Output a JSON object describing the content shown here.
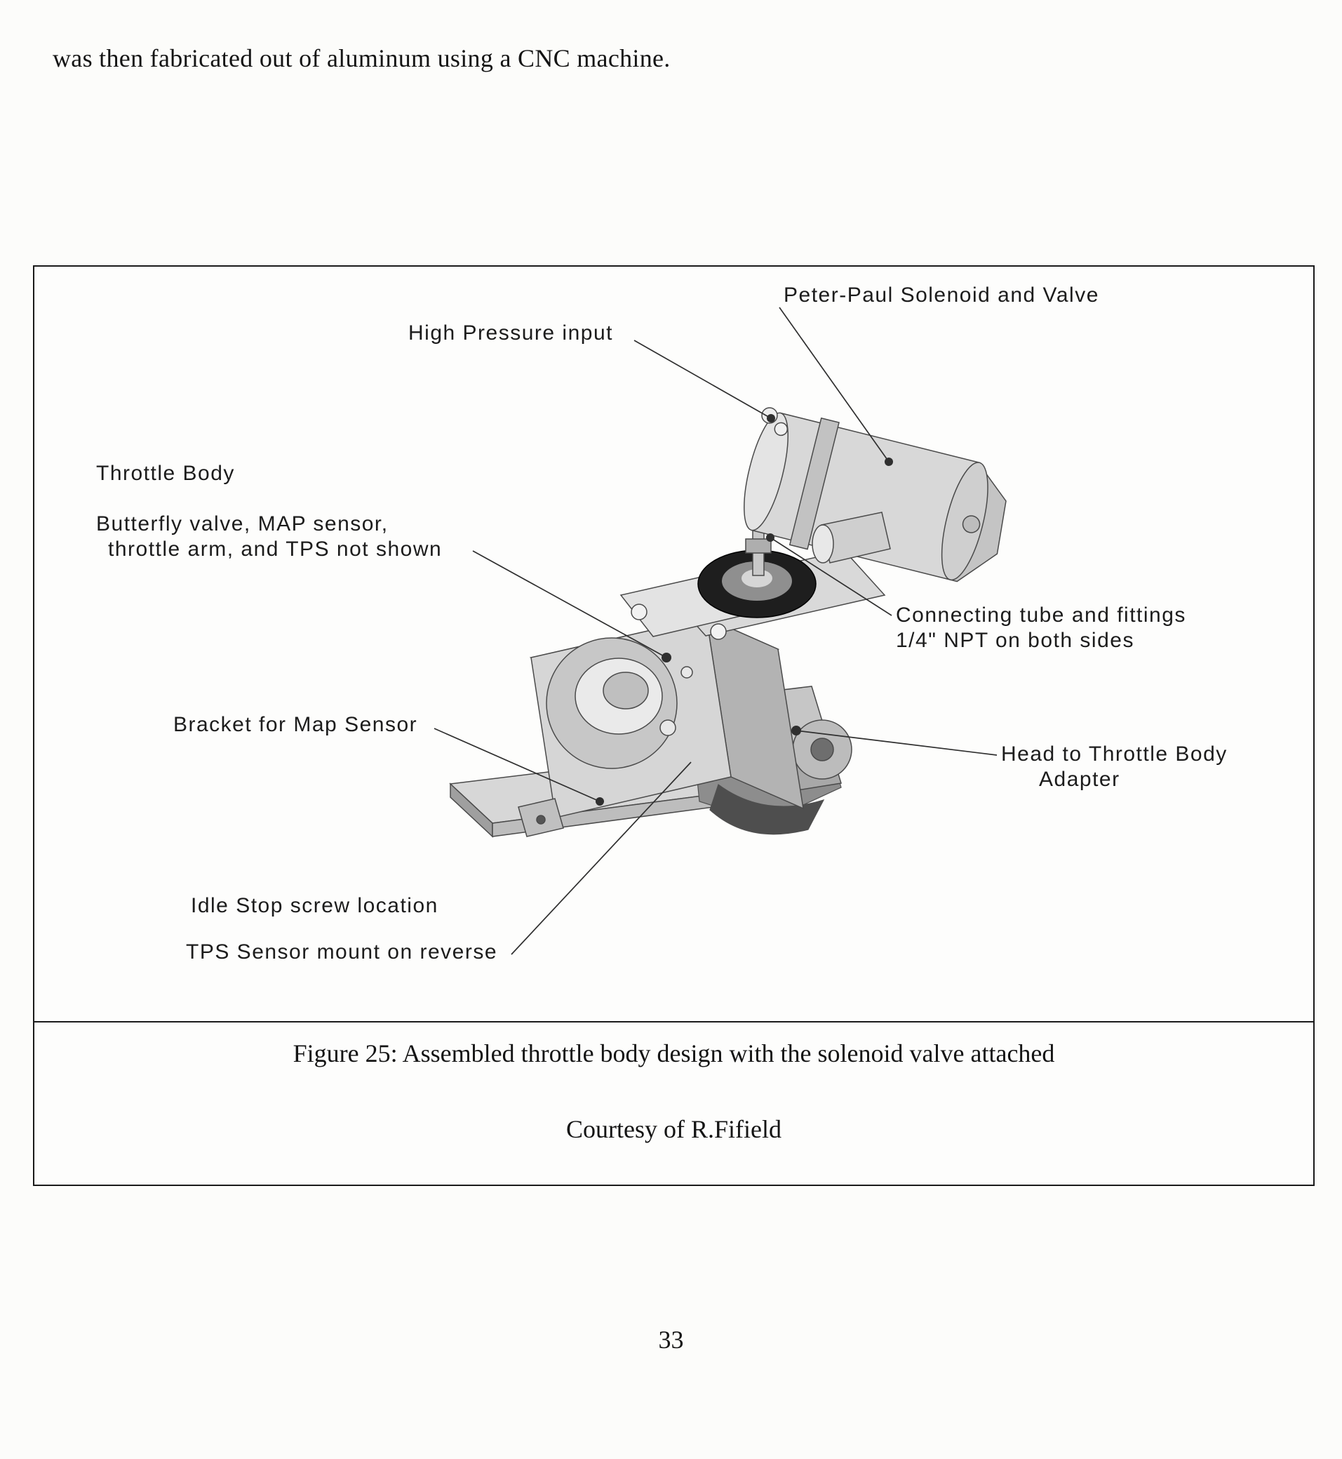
{
  "page": {
    "body_text": "was then fabricated out of aluminum using a CNC machine.",
    "page_number": "33"
  },
  "figure": {
    "caption": "Figure 25: Assembled throttle body design with the solenoid valve attached",
    "courtesy": "Courtesy of R.Fifield",
    "labels": {
      "solenoid": "Peter-Paul Solenoid and Valve",
      "high_pressure": "High Pressure input",
      "throttle_body": "Throttle Body",
      "butterfly_line1": "Butterfly valve, MAP sensor,",
      "butterfly_line2": "throttle arm, and TPS not shown",
      "connecting_line1": "Connecting tube and fittings",
      "connecting_line2": "1/4\" NPT on both sides",
      "bracket": "Bracket for Map Sensor",
      "head_adapter_line1": "Head to Throttle Body",
      "head_adapter_line2": "Adapter",
      "idle_stop": "Idle Stop screw location",
      "tps_mount": "TPS Sensor mount on reverse"
    },
    "colors": {
      "line": "#2f2f2f",
      "metal_light": "#e6e6e6",
      "metal_mid": "#d6d6d6",
      "metal_dark": "#b3b3b3",
      "seal_black": "#1e1e1e"
    }
  }
}
